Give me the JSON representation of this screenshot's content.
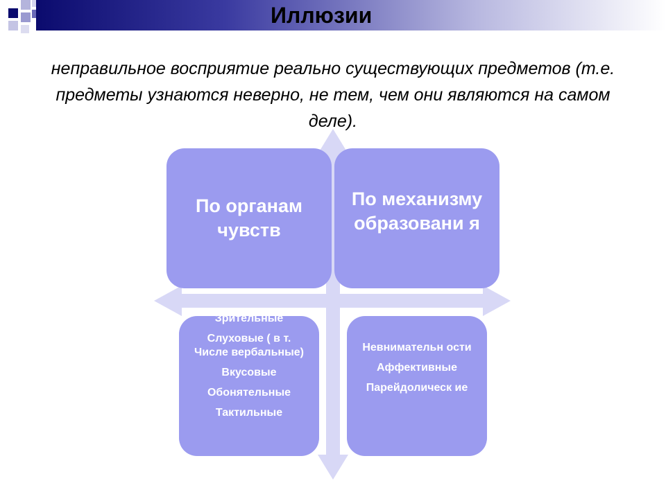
{
  "title": "Иллюзии",
  "subtitle": "неправильное восприятие реально существующих предметов (т.е. предметы узнаются неверно, не тем, чем они являются на самом деле).",
  "categories": {
    "by_senses": "По органам чувств",
    "by_mechanism": "По механизму образовани я"
  },
  "senses_list": [
    "Зрительные",
    "Слуховые ( в т. Числе вербальные)",
    "Вкусовые",
    "Обонятельные",
    "Тактильные"
  ],
  "mechanism_list": [
    "Невнимательн ости",
    "Аффективные",
    "Парейдолическ ие"
  ],
  "colors": {
    "box_fill": "#9b9bef",
    "arrow_fill": "#d8d8f6",
    "title_bar_dark": "#0b0b6e"
  }
}
